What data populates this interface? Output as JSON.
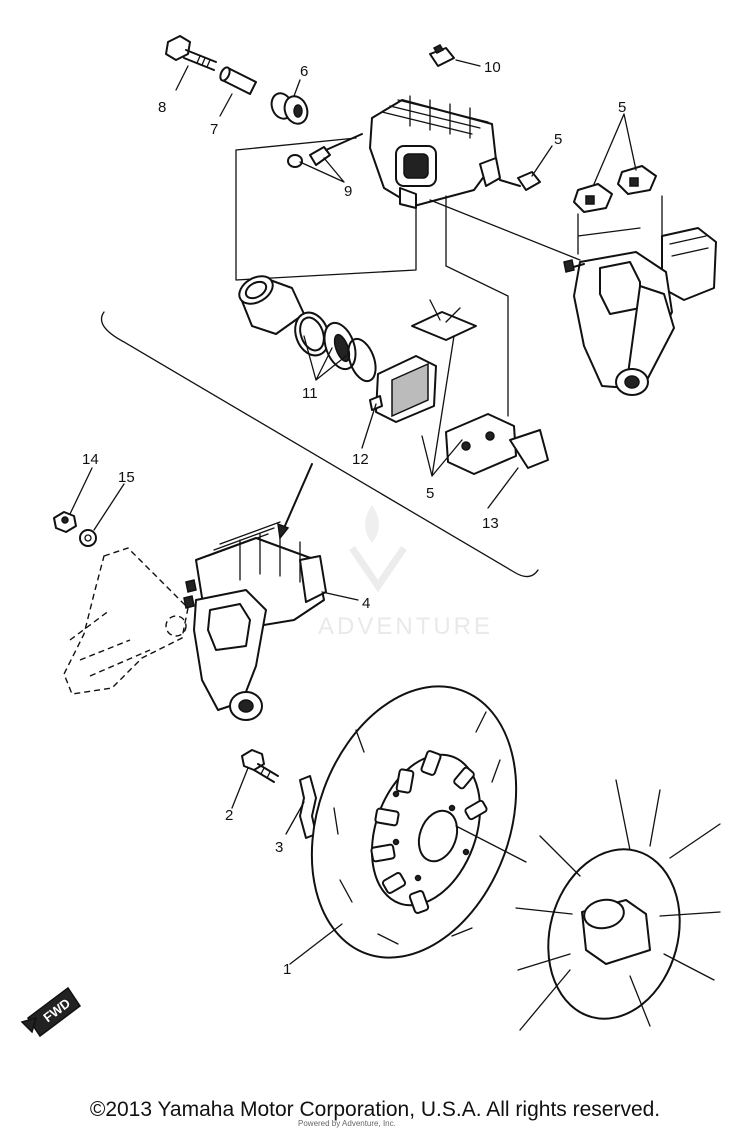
{
  "callouts": {
    "c1": "1",
    "c2": "2",
    "c3": "3",
    "c4": "4",
    "c5a": "5",
    "c5b": "5",
    "c5c": "5",
    "c6": "6",
    "c7": "7",
    "c8": "8",
    "c9": "9",
    "c10": "10",
    "c11": "11",
    "c12": "12",
    "c13": "13",
    "c14": "14",
    "c15": "15"
  },
  "fwd_label": "FWD",
  "watermark": "ADVENTURE",
  "copyright": "©2013 Yamaha Motor Corporation, U.S.A. All rights reserved.",
  "copyright_small": "Powered by Adventure, Inc."
}
